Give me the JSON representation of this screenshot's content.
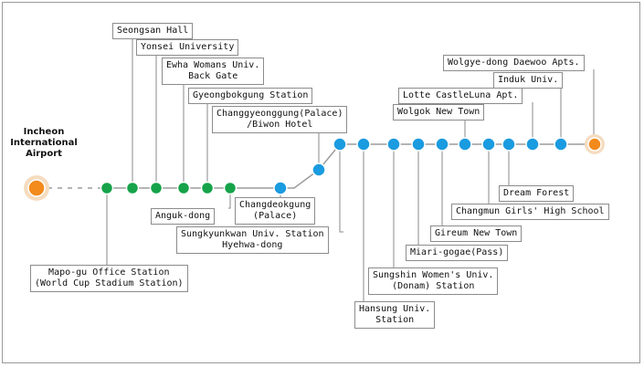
{
  "colors": {
    "green_station": "#16a34a",
    "blue_station": "#1b9be0",
    "orange_terminal": "#f28a1c",
    "terminal_halo": "#f5dcc0",
    "line": "#9b9b9b",
    "leader": "#8a8a8a"
  },
  "terminal_west": {
    "lines": [
      "Incheon",
      "International",
      "Airport"
    ]
  },
  "labels": {
    "seongsan_hall": [
      "Seongsan Hall"
    ],
    "yonsei": [
      "Yonsei University"
    ],
    "ewha": [
      "Ewha Womans Univ.",
      "Back Gate"
    ],
    "gyeongbokgung": [
      "Gyeongbokgung Station"
    ],
    "anguk": [
      "Anguk-dong"
    ],
    "changdeokgung": [
      "Changdeokgung",
      "(Palace)"
    ],
    "changgyeonggung": [
      "Changgyeonggung(Palace)",
      "/Biwon Hotel"
    ],
    "sungkyunkwan": [
      "Sungkyunkwan Univ. Station",
      "Hyehwa-dong"
    ],
    "mapo": [
      "Mapo-gu Office Station",
      "(World Cup Stadium Station)"
    ],
    "hansung": [
      "Hansung Univ.",
      "Station"
    ],
    "sungshin": [
      "Sungshin Women's Univ.",
      "(Donam) Station"
    ],
    "miari": [
      "Miari-gogae(Pass)"
    ],
    "gireum": [
      "Gireum New Town"
    ],
    "changmun": [
      "Changmun Girls' High School"
    ],
    "dream_forest": [
      "Dream Forest"
    ],
    "wolgok": [
      "Wolgok New Town"
    ],
    "lotte": [
      "Lotte CastleLuna Apt."
    ],
    "induk": [
      "Induk Univ."
    ],
    "wolgye": [
      "Wolgye-dong Daewoo Apts."
    ]
  }
}
